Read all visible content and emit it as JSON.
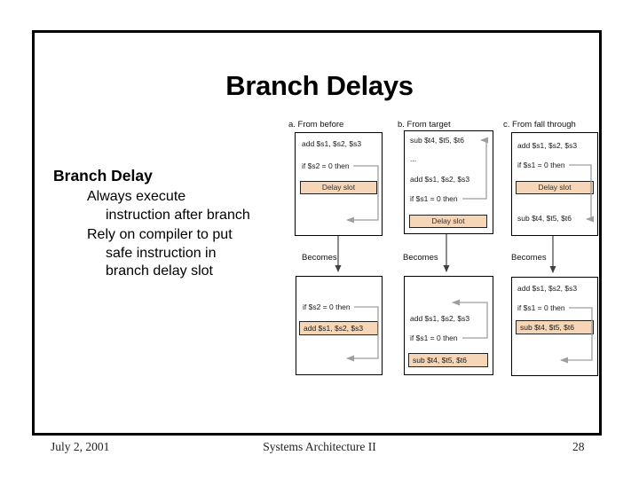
{
  "slide": {
    "title": "Branch Delays",
    "heading": "Branch Delay",
    "body": {
      "line1": "Always execute",
      "line2": "instruction after branch",
      "line3": "Rely on compiler to put",
      "line4": "safe instruction in",
      "line5": "branch delay slot"
    }
  },
  "diagram": {
    "col_a": {
      "label": "a. From before",
      "top": {
        "i1": "add $s1, $s2, $s3",
        "i2": "if $s2 = 0 then",
        "delay_slot": "Delay slot"
      },
      "becomes": "Becomes",
      "bottom": {
        "i1": "if $s2 = 0 then",
        "highlight": "add $s1, $s2, $s3"
      }
    },
    "col_b": {
      "label": "b. From target",
      "top": {
        "i1": "sub $t4, $t5, $t6",
        "i2": "...",
        "i3": "add $s1, $s2, $s3",
        "i4": "if $s1 = 0 then",
        "delay_slot": "Delay slot"
      },
      "becomes": "Becomes",
      "bottom": {
        "i1": "add $s1, $s2, $s3",
        "i2": "if $s1 = 0 then",
        "highlight": "sub $t4, $t5, $t6"
      }
    },
    "col_c": {
      "label": "c. From fall through",
      "top": {
        "i1": "add $s1, $s2, $s3",
        "i2": "if $s1 = 0 then",
        "delay_slot": "Delay slot",
        "i3": "sub $t4, $t5, $t6"
      },
      "becomes": "Becomes",
      "bottom": {
        "i1": "add $s1, $s2, $s3",
        "i2": "if $s1 = 0 then",
        "highlight": "sub $t4, $t5, $t6"
      }
    },
    "colors": {
      "delay_slot_fill": "#F6D6B6",
      "box_border": "#000000",
      "arrow_gray": "#9E9E9E",
      "connector_dark": "#404040"
    }
  },
  "footer": {
    "date": "July 2, 2001",
    "course": "Systems Architecture II",
    "page_number": "28"
  }
}
